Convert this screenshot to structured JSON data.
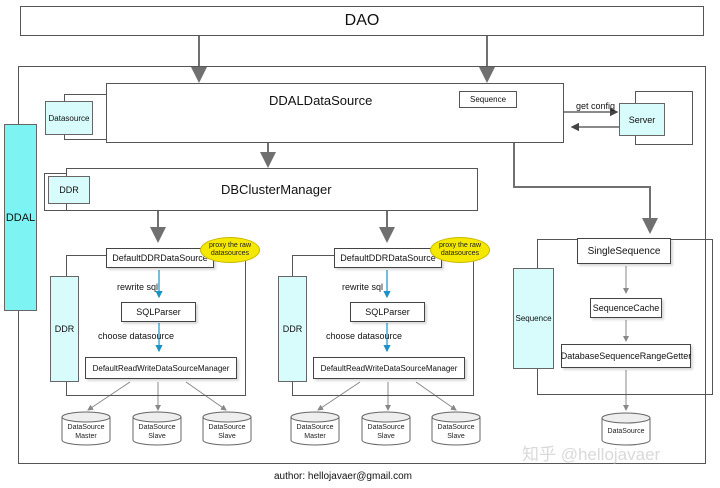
{
  "dao": "DAO",
  "ddal": "DDAL",
  "ddal_datasource": "DDALDataSource",
  "datasource": "Datasource",
  "sequence_top": "Sequence",
  "get_config": "get config",
  "server": "Server",
  "ddr_top": "DDR",
  "dbcluster_manager": "DBClusterManager",
  "left_cluster": {
    "default_ddr": "DefaultDDRDataSource",
    "bubble": "proxy the raw\ndatasources",
    "rewrite_sql": "rewrite sql",
    "sqlparser": "SQLParser",
    "choose_ds": "choose datasource",
    "rw_manager": "DefaultReadWriteDataSourceManager",
    "ddr": "DDR",
    "ds": [
      {
        "name": "DataSource",
        "role": "Master"
      },
      {
        "name": "DataSource",
        "role": "Slave"
      },
      {
        "name": "DataSource",
        "role": "Slave"
      }
    ]
  },
  "right_cluster": {
    "default_ddr": "DefaultDDRDataSource",
    "bubble": "proxy the raw\ndatasources",
    "rewrite_sql": "rewrite sql",
    "sqlparser": "SQLParser",
    "choose_ds": "choose datasource",
    "rw_manager": "DefaultReadWriteDataSourceManager",
    "ddr": "DDR",
    "ds": [
      {
        "name": "DataSource",
        "role": "Master"
      },
      {
        "name": "DataSource",
        "role": "Slave"
      },
      {
        "name": "DataSource",
        "role": "Slave"
      }
    ]
  },
  "sequence_panel": {
    "single_sequence": "SingleSequence",
    "sequence": "Sequence",
    "sequence_cache": "SequenceCache",
    "range_getter": "DatabaseSequenceRangeGetter",
    "datasource": "DataSource"
  },
  "watermark": "知乎 @hellojavaer",
  "author": "author: hellojavaer@gmail.com"
}
